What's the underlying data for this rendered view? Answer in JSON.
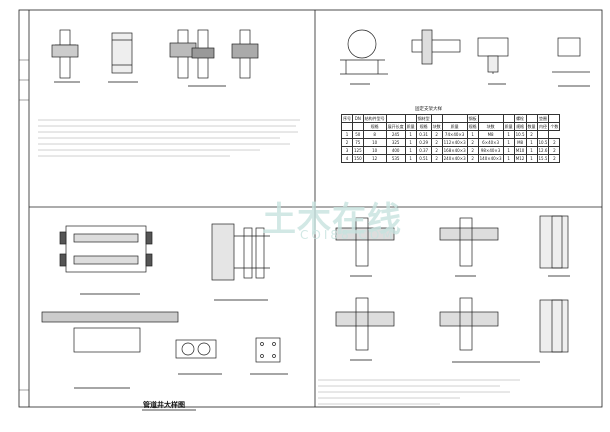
{
  "title": "管道井大样图",
  "watermark": {
    "main": "土木在线",
    "sub": "COI88.COM"
  },
  "top_left_labels": {
    "a": "",
    "b": "",
    "c": ""
  },
  "table": {
    "caption": "固定支架大样",
    "headers_row1": [
      "序号",
      "DN",
      "结构件型号",
      "",
      "",
      "钢材型",
      "",
      "",
      "钢板",
      "",
      "",
      "螺栓",
      "",
      "垫圈",
      ""
    ],
    "headers_row2": [
      "",
      "",
      "规格",
      "展开长度",
      "质量",
      "规格",
      "块数",
      "质量",
      "规格",
      "块数",
      "质量",
      "规格",
      "数量",
      "内径",
      "个数"
    ],
    "rows": [
      [
        "1",
        "50",
        "8",
        "245",
        "1",
        "0.31",
        "2",
        "74×40×3",
        "1",
        "M8",
        "1",
        "10.5",
        "2",
        ""
      ],
      [
        "2",
        "75",
        "10",
        "325",
        "1",
        "0.29",
        "2",
        "112×40×3",
        "2",
        "6×40×3",
        "1",
        "M8",
        "1",
        "10.5",
        "2"
      ],
      [
        "3",
        "125",
        "10",
        "400",
        "1",
        "0.37",
        "2",
        "168×40×3",
        "2",
        "98×40×3",
        "1",
        "M10",
        "1",
        "12.6",
        "2"
      ],
      [
        "4",
        "150",
        "12",
        "535",
        "1",
        "0.51",
        "2",
        "240×40×3",
        "2",
        "140×40×3",
        "1",
        "M12",
        "1",
        "15.5",
        "2"
      ]
    ]
  }
}
